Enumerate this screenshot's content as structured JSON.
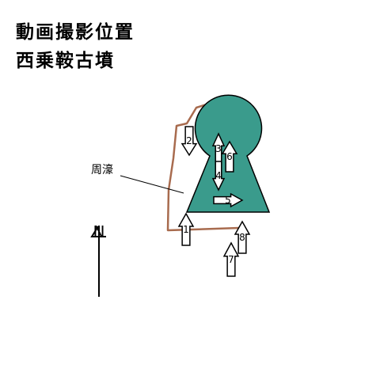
{
  "title": {
    "line1": "動画撮影位置",
    "line2": "西乗鞍古墳"
  },
  "annotation": {
    "moat_label": "周濠"
  },
  "north_arrow": {
    "label": "N"
  },
  "colors": {
    "mound": "#3a9b8c",
    "moat": "#a86b4e",
    "arrow_fill": "#ffffff",
    "stroke": "#000000"
  },
  "camera_positions": [
    {
      "number": "1",
      "direction": "up"
    },
    {
      "number": "2",
      "direction": "down"
    },
    {
      "number": "3",
      "direction": "up"
    },
    {
      "number": "4",
      "direction": "down"
    },
    {
      "number": "5",
      "direction": "right"
    },
    {
      "number": "6",
      "direction": "up"
    },
    {
      "number": "7",
      "direction": "up"
    },
    {
      "number": "8",
      "direction": "up"
    }
  ]
}
